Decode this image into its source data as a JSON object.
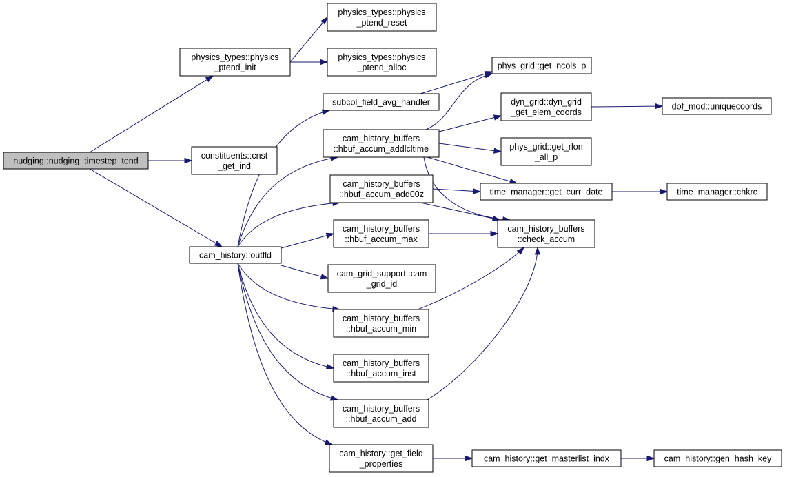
{
  "nodes": {
    "nudging_timestep_tend": {
      "lines": [
        "nudging::nudging_timestep_tend"
      ]
    },
    "ptend_init": {
      "lines": [
        "physics_types::physics",
        "_ptend_init"
      ]
    },
    "ptend_reset": {
      "lines": [
        "physics_types::physics",
        "_ptend_reset"
      ]
    },
    "ptend_alloc": {
      "lines": [
        "physics_types::physics",
        "_ptend_alloc"
      ]
    },
    "cnst_get_ind": {
      "lines": [
        "constituents::cnst",
        "_get_ind"
      ]
    },
    "outfld": {
      "lines": [
        "cam_history::outfld"
      ]
    },
    "subcol_field_avg_handler": {
      "lines": [
        "subcol_field_avg_handler"
      ]
    },
    "hbuf_accum_addlcltime": {
      "lines": [
        "cam_history_buffers",
        "::hbuf_accum_addlcltime"
      ]
    },
    "hbuf_accum_add00z": {
      "lines": [
        "cam_history_buffers",
        "::hbuf_accum_add00z"
      ]
    },
    "hbuf_accum_max": {
      "lines": [
        "cam_history_buffers",
        "::hbuf_accum_max"
      ]
    },
    "cam_grid_id": {
      "lines": [
        "cam_grid_support::cam",
        "_grid_id"
      ]
    },
    "hbuf_accum_min": {
      "lines": [
        "cam_history_buffers",
        "::hbuf_accum_min"
      ]
    },
    "hbuf_accum_inst": {
      "lines": [
        "cam_history_buffers",
        "::hbuf_accum_inst"
      ]
    },
    "hbuf_accum_add": {
      "lines": [
        "cam_history_buffers",
        "::hbuf_accum_add"
      ]
    },
    "get_field_properties": {
      "lines": [
        "cam_history::get_field",
        "_properties"
      ]
    },
    "get_ncols_p": {
      "lines": [
        "phys_grid::get_ncols_p"
      ]
    },
    "get_elem_coords": {
      "lines": [
        "dyn_grid::dyn_grid",
        "_get_elem_coords"
      ]
    },
    "get_rlon_all_p": {
      "lines": [
        "phys_grid::get_rlon",
        "_all_p"
      ]
    },
    "get_curr_date": {
      "lines": [
        "time_manager::get_curr_date"
      ]
    },
    "check_accum": {
      "lines": [
        "cam_history_buffers",
        "::check_accum"
      ]
    },
    "get_masterlist_indx": {
      "lines": [
        "cam_history::get_masterlist_indx"
      ]
    },
    "uniquecoords": {
      "lines": [
        "dof_mod::uniquecoords"
      ]
    },
    "chkrc": {
      "lines": [
        "time_manager::chkrc"
      ]
    },
    "gen_hash_key": {
      "lines": [
        "cam_history::gen_hash_key"
      ]
    }
  },
  "edges": [
    [
      "nudging_timestep_tend",
      "ptend_init"
    ],
    [
      "nudging_timestep_tend",
      "cnst_get_ind"
    ],
    [
      "nudging_timestep_tend",
      "outfld"
    ],
    [
      "ptend_init",
      "ptend_reset"
    ],
    [
      "ptend_init",
      "ptend_alloc"
    ],
    [
      "outfld",
      "subcol_field_avg_handler"
    ],
    [
      "outfld",
      "hbuf_accum_addlcltime"
    ],
    [
      "outfld",
      "hbuf_accum_add00z"
    ],
    [
      "outfld",
      "hbuf_accum_max"
    ],
    [
      "outfld",
      "cam_grid_id"
    ],
    [
      "outfld",
      "hbuf_accum_min"
    ],
    [
      "outfld",
      "hbuf_accum_inst"
    ],
    [
      "outfld",
      "hbuf_accum_add"
    ],
    [
      "outfld",
      "get_field_properties"
    ],
    [
      "subcol_field_avg_handler",
      "get_ncols_p"
    ],
    [
      "hbuf_accum_addlcltime",
      "get_ncols_p"
    ],
    [
      "hbuf_accum_addlcltime",
      "get_elem_coords"
    ],
    [
      "hbuf_accum_addlcltime",
      "get_rlon_all_p"
    ],
    [
      "hbuf_accum_addlcltime",
      "get_curr_date"
    ],
    [
      "hbuf_accum_addlcltime",
      "check_accum"
    ],
    [
      "hbuf_accum_add00z",
      "get_curr_date"
    ],
    [
      "hbuf_accum_add00z",
      "check_accum"
    ],
    [
      "hbuf_accum_max",
      "check_accum"
    ],
    [
      "hbuf_accum_min",
      "check_accum"
    ],
    [
      "hbuf_accum_add",
      "check_accum"
    ],
    [
      "get_elem_coords",
      "uniquecoords"
    ],
    [
      "get_curr_date",
      "chkrc"
    ],
    [
      "get_field_properties",
      "get_masterlist_indx"
    ],
    [
      "get_masterlist_indx",
      "gen_hash_key"
    ]
  ]
}
